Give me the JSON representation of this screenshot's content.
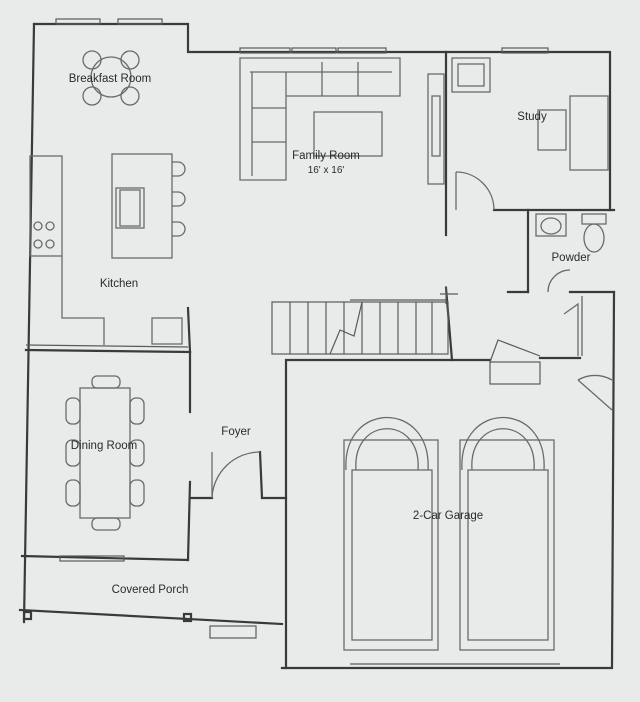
{
  "rooms": {
    "breakfast": "Breakfast Room",
    "family": "Family Room",
    "family_dims": "16' x 16'",
    "study": "Study",
    "kitchen": "Kitchen",
    "powder": "Powder",
    "dining": "Dining Room",
    "foyer": "Foyer",
    "garage": "2-Car Garage",
    "porch": "Covered Porch"
  },
  "colors": {
    "paper": "#e9ebeb",
    "line": "#3a3a3a",
    "furniture": "#6a6a6a"
  }
}
